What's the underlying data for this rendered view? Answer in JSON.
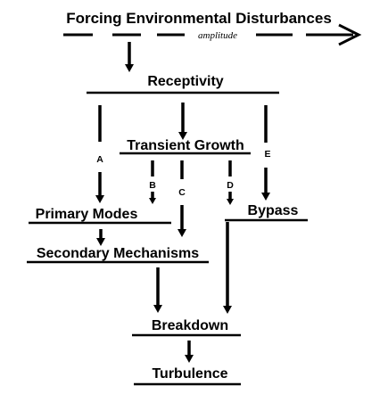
{
  "title": "Forcing Environmental Disturbances",
  "amplitude_label": "amplitude",
  "nodes": {
    "receptivity": "Receptivity",
    "transient_growth": "Transient Growth",
    "primary_modes": "Primary Modes",
    "bypass": "Bypass",
    "secondary_mechanisms": "Secondary Mechanisms",
    "breakdown": "Breakdown",
    "turbulence": "Turbulence"
  },
  "paths": {
    "a": "A",
    "b": "B",
    "c": "C",
    "d": "D",
    "e": "E"
  }
}
